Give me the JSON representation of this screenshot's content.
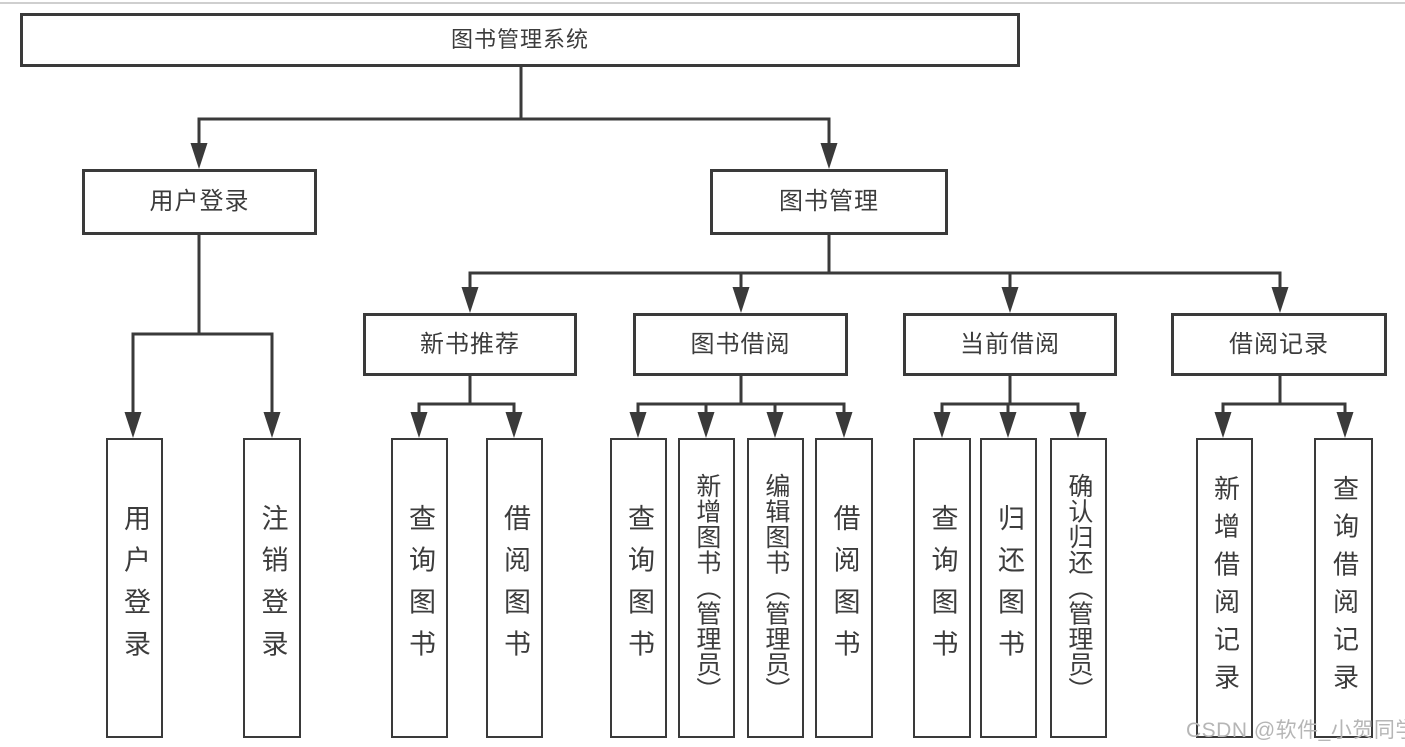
{
  "diagram": {
    "watermark": "CSDN @软件_小贺同学",
    "colors": {
      "line": "#3a3a3a",
      "text": "#3c3c3c",
      "box_background": "#ffffff",
      "watermark": "#b6b6b6"
    },
    "root": {
      "label": "图书管理系统",
      "children": [
        {
          "label": "用户登录",
          "children": [
            {
              "label": "用户登录"
            },
            {
              "label": "注销登录"
            }
          ]
        },
        {
          "label": "图书管理",
          "children": [
            {
              "label": "新书推荐",
              "children": [
                {
                  "label": "查询图书"
                },
                {
                  "label": "借阅图书"
                }
              ]
            },
            {
              "label": "图书借阅",
              "children": [
                {
                  "label": "查询图书"
                },
                {
                  "label": "新增图书（管理员）"
                },
                {
                  "label": "编辑图书（管理员）"
                },
                {
                  "label": "借阅图书"
                }
              ]
            },
            {
              "label": "当前借阅",
              "children": [
                {
                  "label": "查询图书"
                },
                {
                  "label": "归还图书"
                },
                {
                  "label": "确认归还（管理员）"
                }
              ]
            },
            {
              "label": "借阅记录",
              "children": [
                {
                  "label": "新增借阅记录"
                },
                {
                  "label": "查询借阅记录"
                }
              ]
            }
          ]
        }
      ]
    }
  }
}
